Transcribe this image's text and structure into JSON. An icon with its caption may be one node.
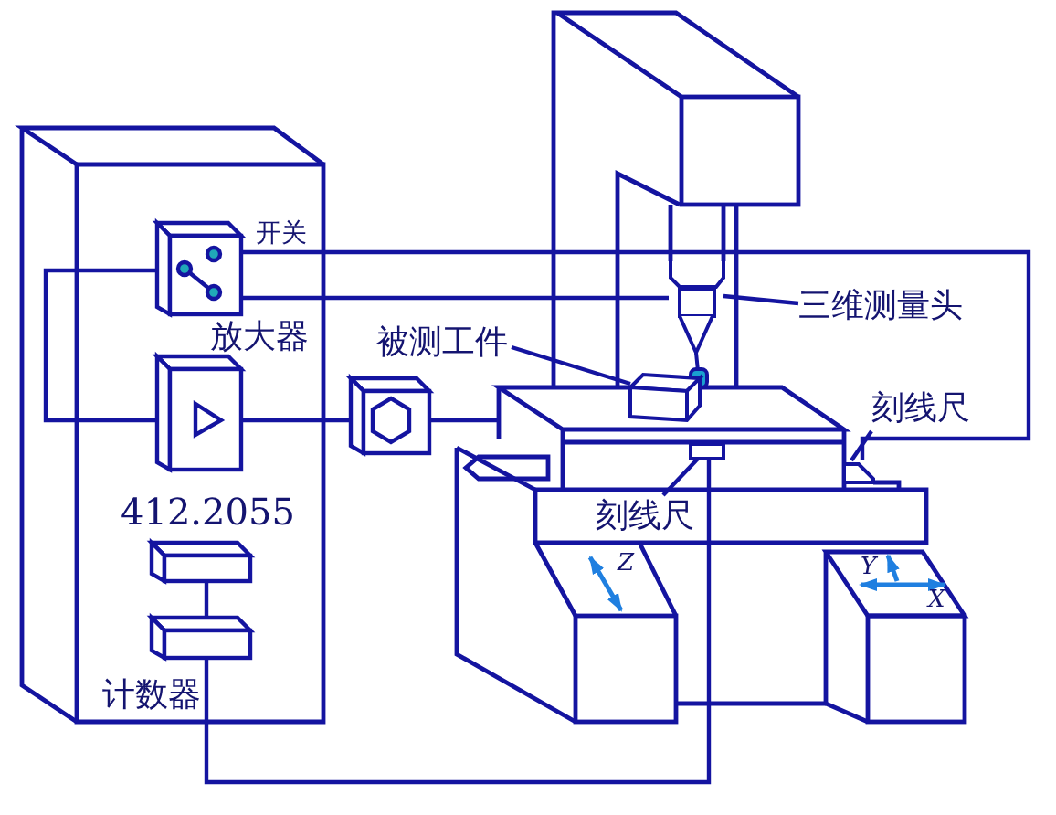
{
  "diagram": {
    "nodes": [
      {
        "text": [],
        "shape": "box",
        "beside": [
          "开关"
        ]
      },
      {
        "text": [],
        "shape": "box",
        "beside": [
          "放大器"
        ]
      },
      {
        "text": [],
        "shape": "box"
      },
      {
        "text": [],
        "shape": "box",
        "beside": [
          "412.2055"
        ]
      },
      {
        "text": [],
        "shape": "box",
        "beside": [
          "计数器"
        ]
      },
      {
        "text": [],
        "shape": "picture"
      },
      {
        "text": [],
        "shape": "box"
      },
      {
        "text": [],
        "shape": "bar"
      },
      {
        "text": [],
        "shape": "bar"
      },
      {
        "text": [
          "三维测量头"
        ]
      },
      {
        "text": [
          "被测工件"
        ]
      },
      {
        "text": [
          "刻线尺"
        ]
      },
      {
        "text": [
          "刻线尺"
        ]
      }
    ],
    "edges": [
      {
        "from": 0,
        "to": 7,
        "arrow": "none"
      },
      {
        "from": 0,
        "to": 5,
        "arrow": "none"
      },
      {
        "from": 0,
        "to": 1,
        "arrow": "none"
      },
      {
        "from": 1,
        "to": 2,
        "arrow": "none"
      },
      {
        "from": 2,
        "to": null,
        "arrow": "none"
      },
      {
        "from": 3,
        "to": 4,
        "arrow": "none"
      },
      {
        "from": 4,
        "to": 8,
        "arrow": "none"
      },
      {
        "from": 9,
        "to": 5,
        "arrow": "none"
      },
      {
        "from": 10,
        "to": 6,
        "arrow": "none"
      },
      {
        "from": 11,
        "to": 7,
        "arrow": "none"
      },
      {
        "from": 12,
        "to": 8,
        "arrow": "none"
      }
    ],
    "labels": [
      "Z",
      "Y",
      "X"
    ]
  }
}
